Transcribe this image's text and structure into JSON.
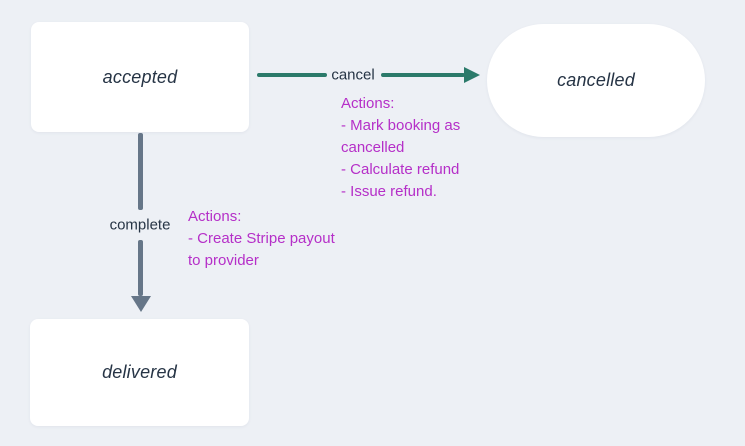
{
  "colors": {
    "background": "#edf0f5",
    "node-fill": "#ffffff",
    "text-dark": "#263445",
    "teal": "#2b7a6a",
    "slate": "#667688",
    "magenta": "#b52fc8"
  },
  "diagram": {
    "states": [
      {
        "label": "accepted"
      },
      {
        "label": "cancelled"
      },
      {
        "label": "delivered"
      }
    ],
    "transitions": [
      {
        "label": "cancel",
        "actions": [
          "Actions:",
          "- Mark booking as",
          "cancelled",
          "- Calculate refund",
          "- Issue refund."
        ]
      },
      {
        "label": "complete",
        "actions": [
          "Actions:",
          "- Create Stripe payout",
          "to provider"
        ]
      }
    ]
  }
}
